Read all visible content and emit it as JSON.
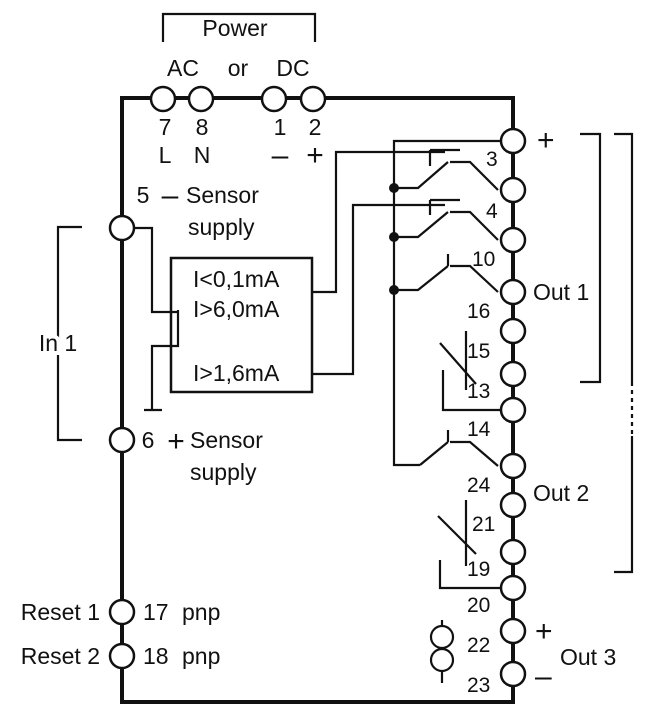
{
  "power": {
    "title": "Power",
    "ac": "AC",
    "or": "or",
    "dc": "DC"
  },
  "power_terminals": [
    {
      "num": "7",
      "sub": "L"
    },
    {
      "num": "8",
      "sub": "N"
    },
    {
      "num": "1",
      "sub": "–"
    },
    {
      "num": "2",
      "sub": "+"
    }
  ],
  "left": {
    "t5_num": "5",
    "t5_sign": "–",
    "t5_l1": "Sensor",
    "t5_l2": "supply",
    "t6_num": "6",
    "t6_sign": "+",
    "t6_l1": "Sensor",
    "t6_l2": "supply",
    "input_label": "In 1",
    "reset1": "Reset  1",
    "t17": "17",
    "pnp1": "pnp",
    "reset2": "Reset  2",
    "t18": "18",
    "pnp2": "pnp"
  },
  "thresholds": [
    "I<0,1mA",
    "I>6,0mA",
    "I>1,6mA"
  ],
  "right_terminal_numbers": [
    "3",
    "4",
    "10",
    "16",
    "15",
    "13",
    "14",
    "24",
    "21",
    "19",
    "20",
    "22",
    "23"
  ],
  "outputs": {
    "plus_top": "+",
    "out1": "Out  1",
    "out2": "Out  2",
    "out3_plus": "+",
    "out3_minus": "–",
    "out3": "Out  3"
  }
}
